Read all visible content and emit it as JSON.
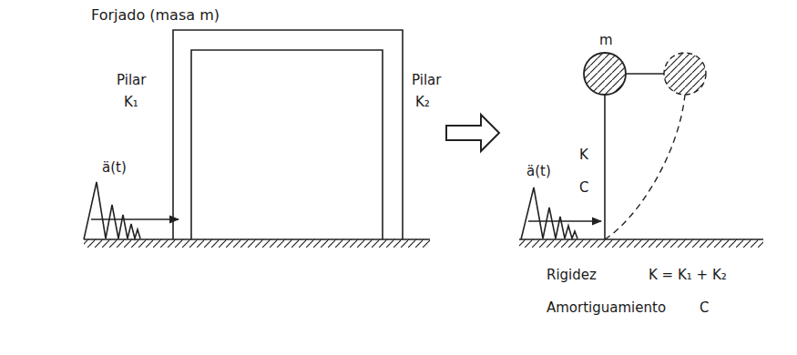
{
  "diagram": {
    "labels": [
      "Forjado (masa m)",
      "Pilar",
      "K₁",
      "Pilar",
      "K₂",
      "ä(t)",
      "m",
      "K",
      "C",
      "ä(t)",
      "Rigidez",
      "K = K₁ + K₂",
      "Amortiguamiento",
      "C"
    ]
  }
}
